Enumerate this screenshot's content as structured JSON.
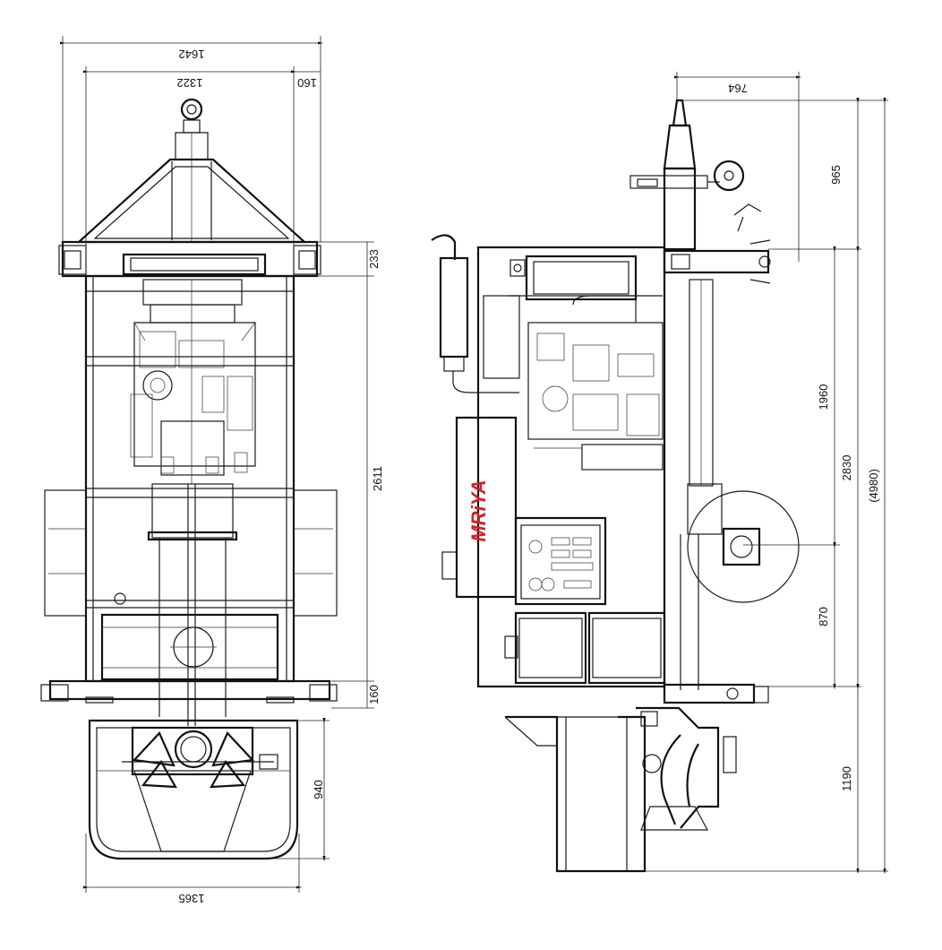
{
  "dimensions": {
    "front_view": {
      "overall_width": "1642",
      "frame_width": "1322",
      "side_offset": "160",
      "top_section": "233",
      "frame_height": "2611",
      "bottom_skid": "160",
      "hopper_height": "940",
      "hopper_width": "1365"
    },
    "side_view": {
      "mast_offset": "764",
      "mast_top": "965",
      "upper_section": "1960",
      "mid_total": "2830",
      "overall_height": "(4980)",
      "lower_section": "870",
      "bottom_section": "1190"
    }
  },
  "brand": {
    "logo_text": "MRiYA",
    "logo_color": "#d42027"
  },
  "colors": {
    "line": "#1a1a1a",
    "background": "#ffffff"
  }
}
